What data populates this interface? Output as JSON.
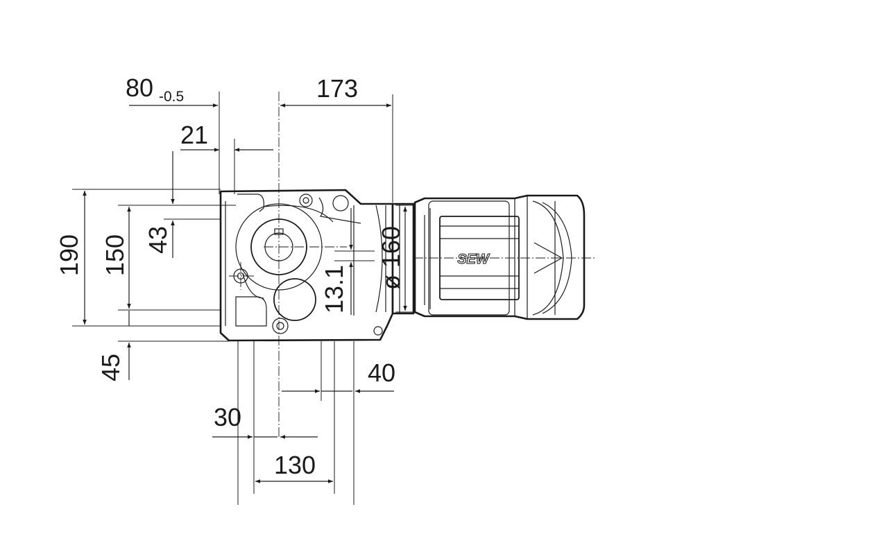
{
  "dimensions": {
    "d80": "80",
    "d80_tol": "-0.5",
    "d173": "173",
    "d21": "21",
    "d43": "43",
    "d190": "190",
    "d150": "150",
    "d45": "45",
    "d13_1": "13.1",
    "d160": "ø 160",
    "d40": "40",
    "d30": "30",
    "d130": "130"
  },
  "motor": {
    "brand": "SEW"
  },
  "colors": {
    "line": "#1a1a1a",
    "background": "#ffffff"
  }
}
